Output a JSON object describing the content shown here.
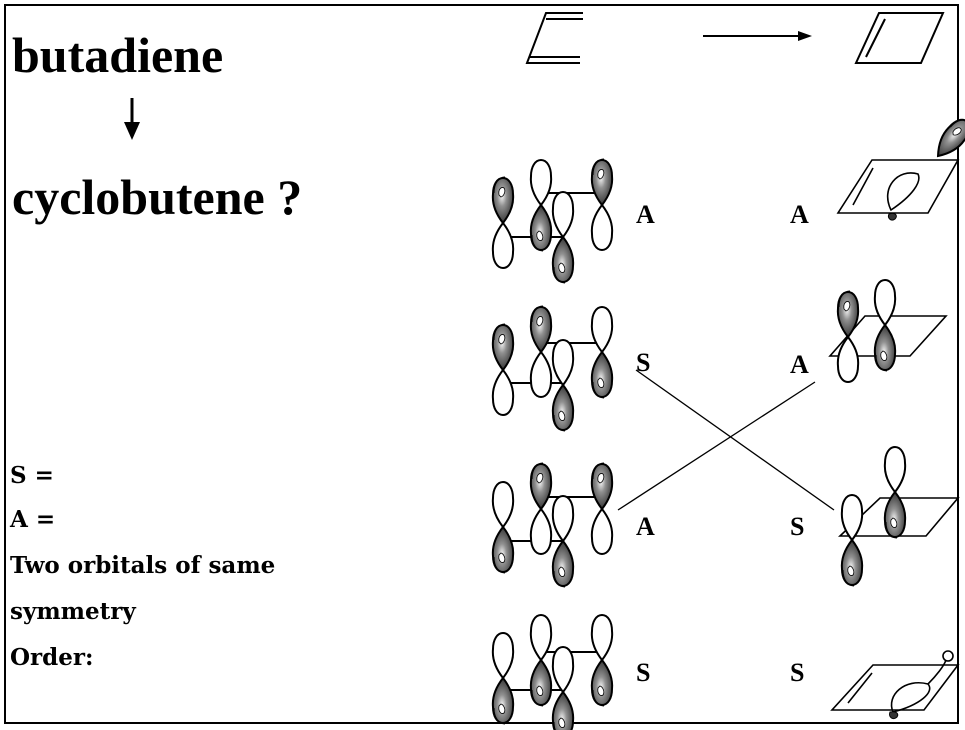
{
  "title": {
    "reactant": "butadiene",
    "product": "cyclobutene ?"
  },
  "notes": {
    "s_def": "S =",
    "a_def": "A =",
    "same_symmetry_line1": "Two orbitals of same",
    "same_symmetry_line2": "symmetry",
    "order": "Order:"
  },
  "butadiene_labels": [
    "A",
    "S",
    "A",
    "S"
  ],
  "cyclobutene_labels": [
    "A",
    "A",
    "S",
    "S"
  ],
  "icons": {
    "reaction_arrow": "right-arrow-icon",
    "down_arrow": "down-arrow-icon"
  },
  "colors": {
    "ink": "#000000",
    "lobe_fill": "#555555",
    "lobe_highlight": "#ffffff"
  }
}
